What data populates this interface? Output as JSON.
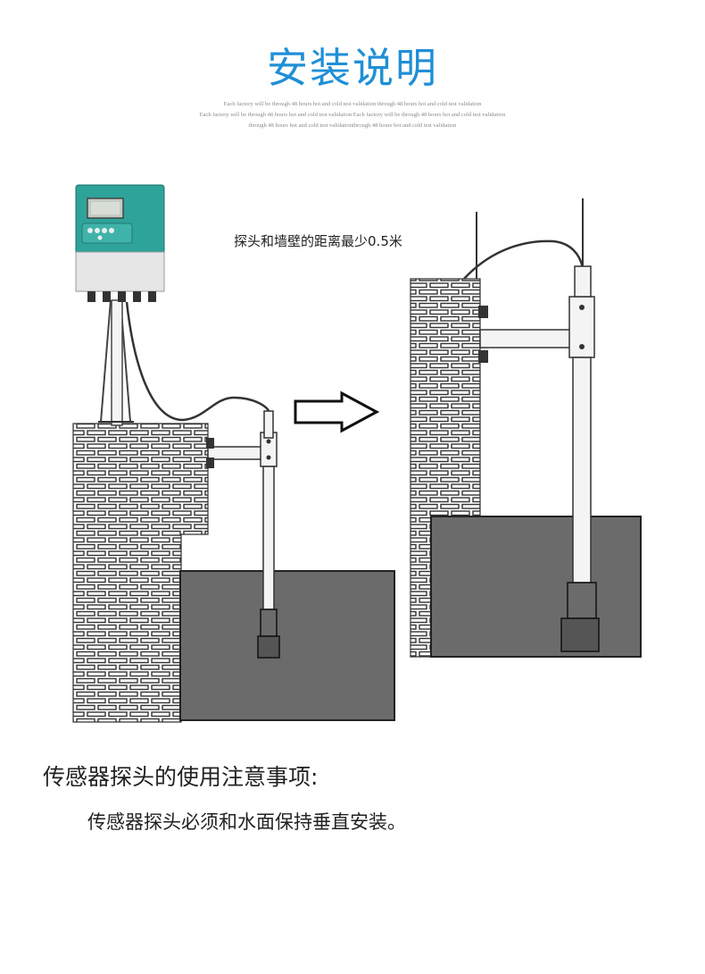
{
  "header": {
    "title": "安装说明",
    "subtitle_lines": [
      "Each factory will be through 48 hours hot and cold test validation through 48 hours hot and cold test validation",
      "Each factory will be through 48 hours hot and cold test validation Each factory will be through 48 hours hot and cold test validation",
      "through 48 hours hot and cold test validationthrough 48 hours hot and cold test validation"
    ]
  },
  "diagram": {
    "distance_note": "探头和墙壁的距离最少0.5米",
    "icons": [
      "transmitter-icon",
      "brick-wall-icon",
      "mounting-bracket-icon",
      "probe-icon",
      "water-tank-icon",
      "arrow-right-icon"
    ],
    "colors": {
      "transmitter_front": "#2ea39a",
      "water": "#6b6b6b",
      "brick_line": "#333333",
      "title_blue": "#1f8fd6"
    }
  },
  "notes": {
    "heading": "传感器探头的使用注意事项:",
    "items": [
      "传感器探头必须和水面保持垂直安装。"
    ]
  }
}
